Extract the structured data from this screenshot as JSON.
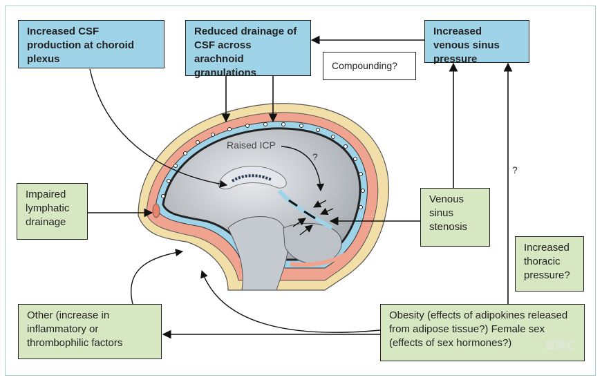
{
  "boxes": {
    "csf_production": "Increased CSF production at choroid plexus",
    "reduced_drainage": "Reduced drainage of CSF across arachnoid granulations",
    "venous_pressure": "Increased venous sinus pressure",
    "compounding": "Compounding?",
    "lymphatic": "Impaired lymphatic drainage",
    "stenosis": "Venous sinus stenosis",
    "thoracic": "Increased thoracic pressure?",
    "other": "Other (increase in inflammatory or thrombophilic factors",
    "obesity": "Obesity (effects of adipokines released from adipose tissue?) Female sex (effects of sex hormones?)"
  },
  "labels": {
    "raised_icp": "Raised ICP",
    "question_icp": "?",
    "question_right": "?"
  },
  "watermark": "医脉汇",
  "colors": {
    "blue_box": "#9fd3e8",
    "green_box": "#d6e7c2",
    "skin": "#f2dfa8",
    "bone": "#f0a48f",
    "brain": "#c9cdd2",
    "csf": "#9fd3e8"
  }
}
